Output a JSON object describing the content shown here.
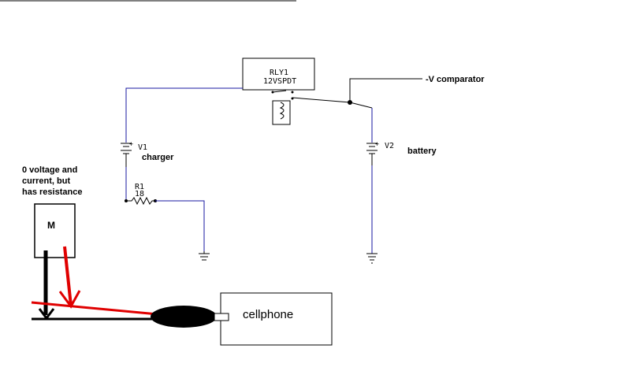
{
  "colors": {
    "wire": "#1a1aa0",
    "black": "#000000",
    "red": "#e00000"
  },
  "relay": {
    "ref": "RLY1",
    "model": "12VSPDT"
  },
  "v1": {
    "ref": "V1",
    "label": "charger"
  },
  "v2": {
    "ref": "V2",
    "label": "battery"
  },
  "r1": {
    "ref": "R1",
    "value": "18"
  },
  "comparator": {
    "label": "-V comparator"
  },
  "meter": {
    "symbol": "M",
    "note_line1": "0 voltage and",
    "note_line2": "current, but",
    "note_line3": "has resistance"
  },
  "plus_sign": "+",
  "cellphone": {
    "label": "cellphone"
  }
}
